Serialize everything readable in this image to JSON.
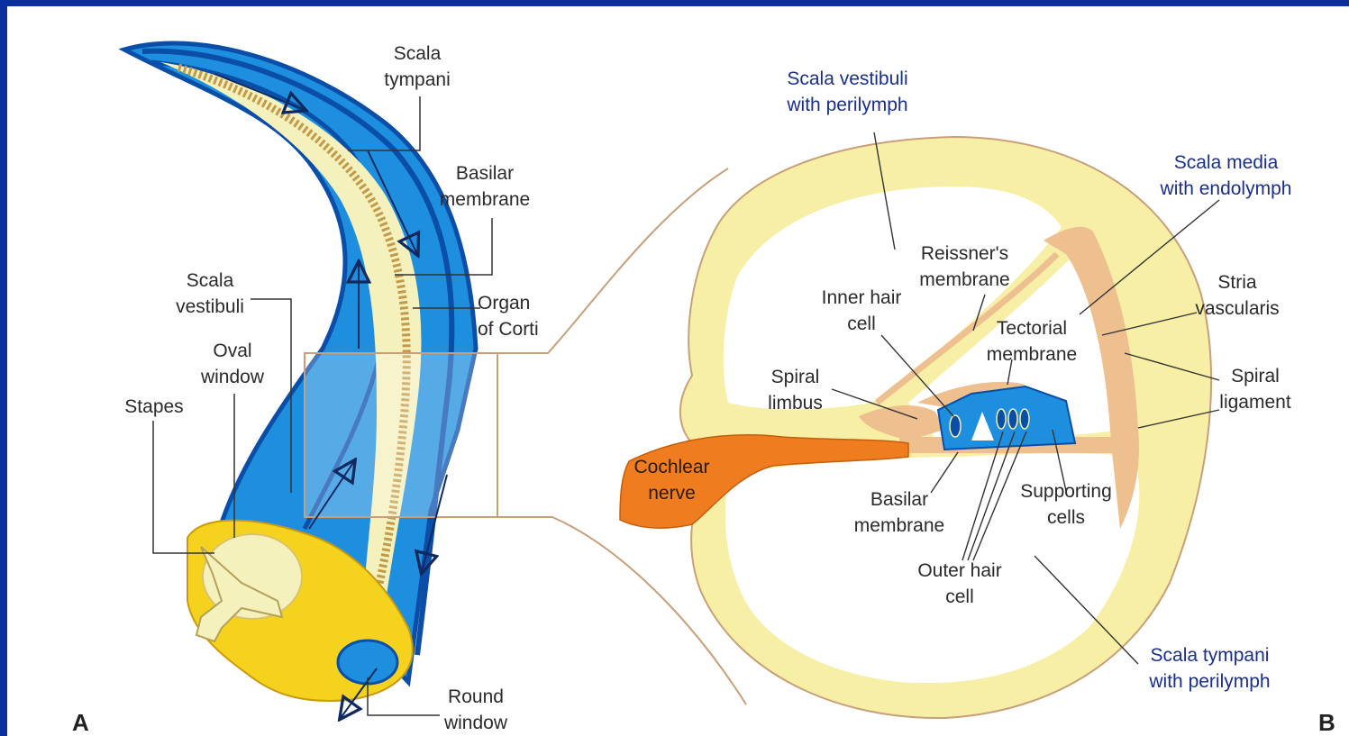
{
  "panel_a": {
    "letter": "A",
    "labels": {
      "scala_tympani": "Scala\ntympani",
      "basilar_membrane": "Basilar\nmembrane",
      "scala_vestibuli": "Scala\nvestibuli",
      "organ_of_corti": "Organ\nof Corti",
      "oval_window": "Oval\nwindow",
      "stapes": "Stapes",
      "round_window": "Round\nwindow"
    }
  },
  "panel_b": {
    "letter": "B",
    "labels": {
      "scala_vestibuli": "Scala vestibuli\nwith perilymph",
      "scala_media": "Scala media\nwith endolymph",
      "reissners_membrane": "Reissner's\nmembrane",
      "inner_hair_cell": "Inner hair\ncell",
      "stria_vascularis": "Stria\nvascularis",
      "tectorial_membrane": "Tectorial\nmembrane",
      "spiral_limbus": "Spiral\nlimbus",
      "spiral_ligament": "Spiral\nligament",
      "cochlear_nerve": "Cochlear\nnerve",
      "basilar_membrane": "Basilar\nmembrane",
      "supporting_cells": "Supporting\ncells",
      "outer_hair_cell": "Outer hair\ncell",
      "scala_tympani": "Scala tympani\nwith perilymph"
    }
  },
  "colors": {
    "cochlea_blue": "#1e8fde",
    "dark_blue_channel": "#0a4ea8",
    "cream": "#f5f1bd",
    "yellow_bone": "#f4d21e",
    "section_yellow": "#f7efa6",
    "stria_tan": "#eebf8f",
    "nerve_orange": "#ef7d1f",
    "label_blue": "#1a2f8a",
    "frame_blue": "#0a2f9e"
  }
}
